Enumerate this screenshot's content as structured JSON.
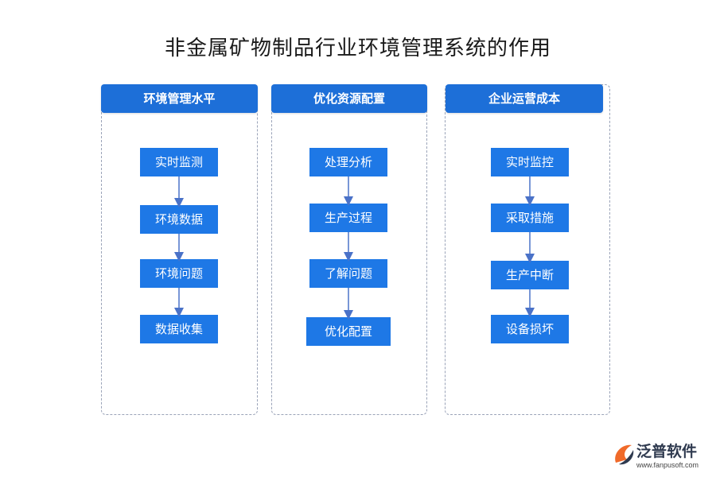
{
  "title": "非金属矿物制品行业环境管理系统的作用",
  "columns": [
    {
      "header": "环境管理水平",
      "steps": [
        "实时监测",
        "环境数据",
        "环境问题",
        "数据收集"
      ]
    },
    {
      "header": "优化资源配置",
      "steps": [
        "处理分析",
        "生产过程",
        "了解问题",
        "优化配置"
      ]
    },
    {
      "header": "企业运营成本",
      "steps": [
        "实时监控",
        "采取措施",
        "生产中断",
        "设备损坏"
      ]
    }
  ],
  "logo": {
    "name": "泛普软件",
    "url": "www.fanpusoft.com"
  },
  "colors": {
    "header": "#1d6fd8",
    "node": "#1e78e6",
    "arrow": "#4a72c8",
    "border": "#9aa3b8"
  }
}
